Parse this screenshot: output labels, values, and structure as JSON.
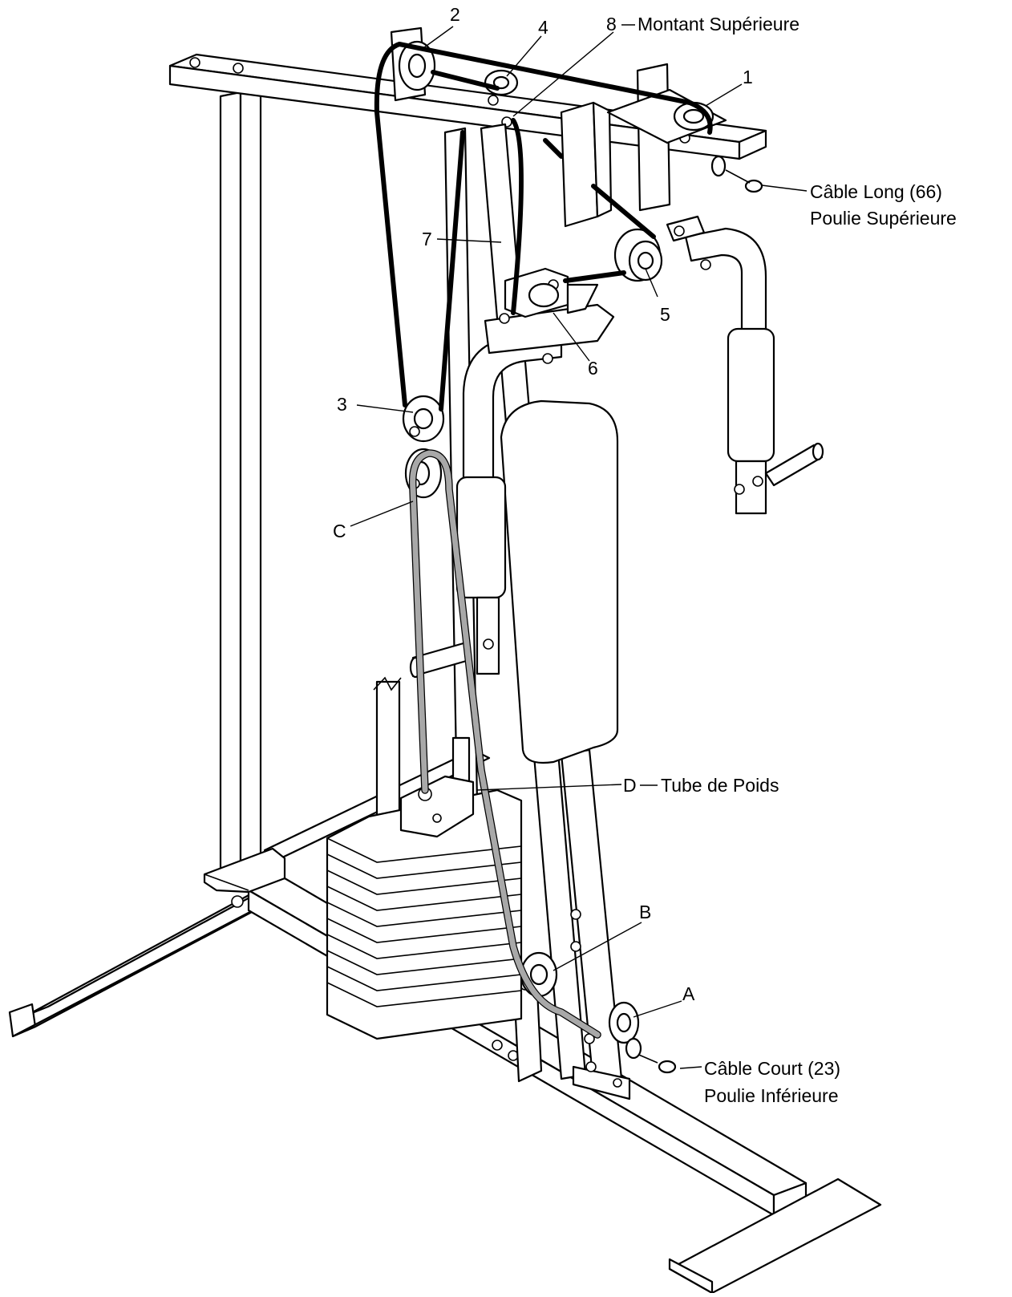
{
  "labels": {
    "n1": "1",
    "n2": "2",
    "n3": "3",
    "n4": "4",
    "n5": "5",
    "n6": "6",
    "n7": "7",
    "n8": "8",
    "montant": "Montant Supérieure",
    "cable_long": "Câble Long (66)",
    "poulie_sup": "Poulie Supérieure",
    "c": "C",
    "d": "D",
    "tube_poids": "Tube de Poids",
    "b": "B",
    "a": "A",
    "cable_court": "Câble Court (23)",
    "poulie_inf": "Poulie Inférieure"
  },
  "colors": {
    "line": "#000000",
    "long_cable": "#000000",
    "short_cable": "#a8a8a8",
    "background": "#ffffff"
  }
}
